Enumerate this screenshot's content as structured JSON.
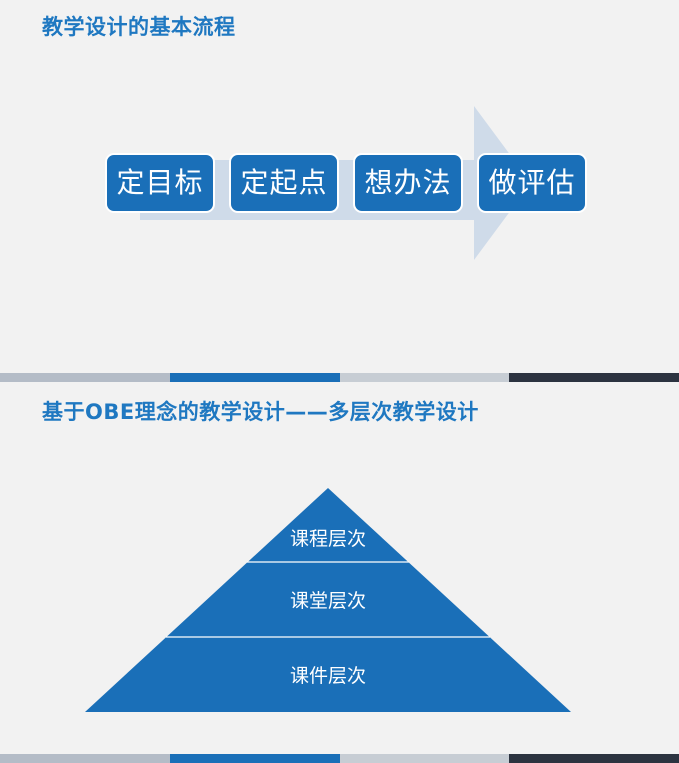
{
  "slide1": {
    "title": "教学设计的基本流程",
    "steps": [
      {
        "label": "定目标"
      },
      {
        "label": "定起点"
      },
      {
        "label": "想办法"
      },
      {
        "label": "做评估"
      }
    ]
  },
  "slide2": {
    "title": "基于OBE理念的教学设计——多层次教学设计",
    "levels": [
      {
        "label": "课程层次"
      },
      {
        "label": "课堂层次"
      },
      {
        "label": "课件层次"
      }
    ]
  },
  "colors": {
    "title": "#1f78c1",
    "step_fill": "#1a6fb8",
    "arrow_fill": "#cfdbe9",
    "pyramid_fill": "#1a6fb8",
    "page_bg": "#f2f2f2",
    "bar_segments": [
      "#b4bcc7",
      "#1a6fb8",
      "#c7cdd4",
      "#2c3340"
    ]
  }
}
